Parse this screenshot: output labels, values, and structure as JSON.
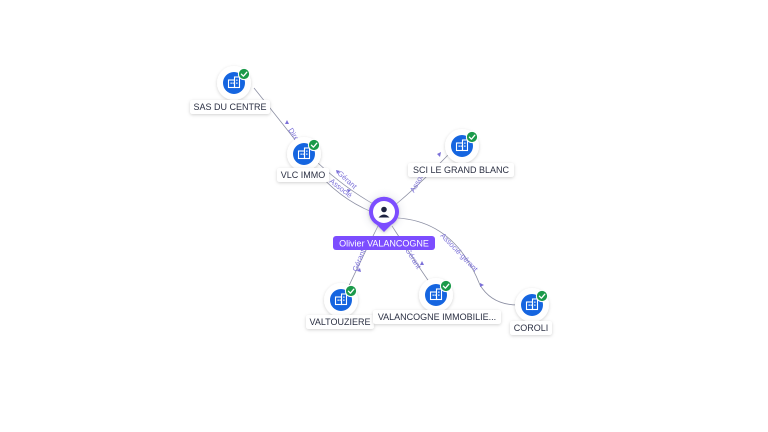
{
  "graph": {
    "person": {
      "name": "Olivier VALANCOGNE",
      "icon": "user-icon",
      "color": "#7c4dff"
    },
    "companies": [
      {
        "id": "sas-du-centre",
        "label": "SAS DU CENTRE",
        "icon": "company-building-icon",
        "badge": "verified-check-icon"
      },
      {
        "id": "vlc-immo",
        "label": "VLC IMMO",
        "icon": "company-building-icon",
        "badge": "verified-check-icon"
      },
      {
        "id": "sci-le-grand-blanc",
        "label": "SCI LE GRAND BLANC",
        "icon": "company-building-icon",
        "badge": "verified-check-icon"
      },
      {
        "id": "valtouziere",
        "label": "VALTOUZIERE",
        "icon": "company-building-icon",
        "badge": "verified-check-icon"
      },
      {
        "id": "valancogne-immobilier",
        "label": "VALANCOGNE IMMOBILIE...",
        "icon": "company-building-icon",
        "badge": "verified-check-icon"
      },
      {
        "id": "coroli",
        "label": "COROLI",
        "icon": "company-building-icon",
        "badge": "verified-check-icon"
      }
    ],
    "edges": [
      {
        "from": "vlc-immo",
        "to": "sas-du-centre",
        "label": "Dire..."
      },
      {
        "from": "person",
        "to": "vlc-immo",
        "label": "Gérant"
      },
      {
        "from": "person",
        "to": "vlc-immo",
        "label": "Associé"
      },
      {
        "from": "person",
        "to": "sci-le-grand-blanc",
        "label": "Associé"
      },
      {
        "from": "person",
        "to": "valtouziere",
        "label": "Gérant"
      },
      {
        "from": "person",
        "to": "valancogne-immobilier",
        "label": "Gérant"
      },
      {
        "from": "person",
        "to": "coroli",
        "label": "Associé-gérant"
      }
    ],
    "colors": {
      "company_circle": "#1565e0",
      "check_badge": "#1b9a4a",
      "edge_line": "#8c8fa3",
      "edge_label": "#7b70d8",
      "person_pin": "#7c4dff"
    }
  }
}
